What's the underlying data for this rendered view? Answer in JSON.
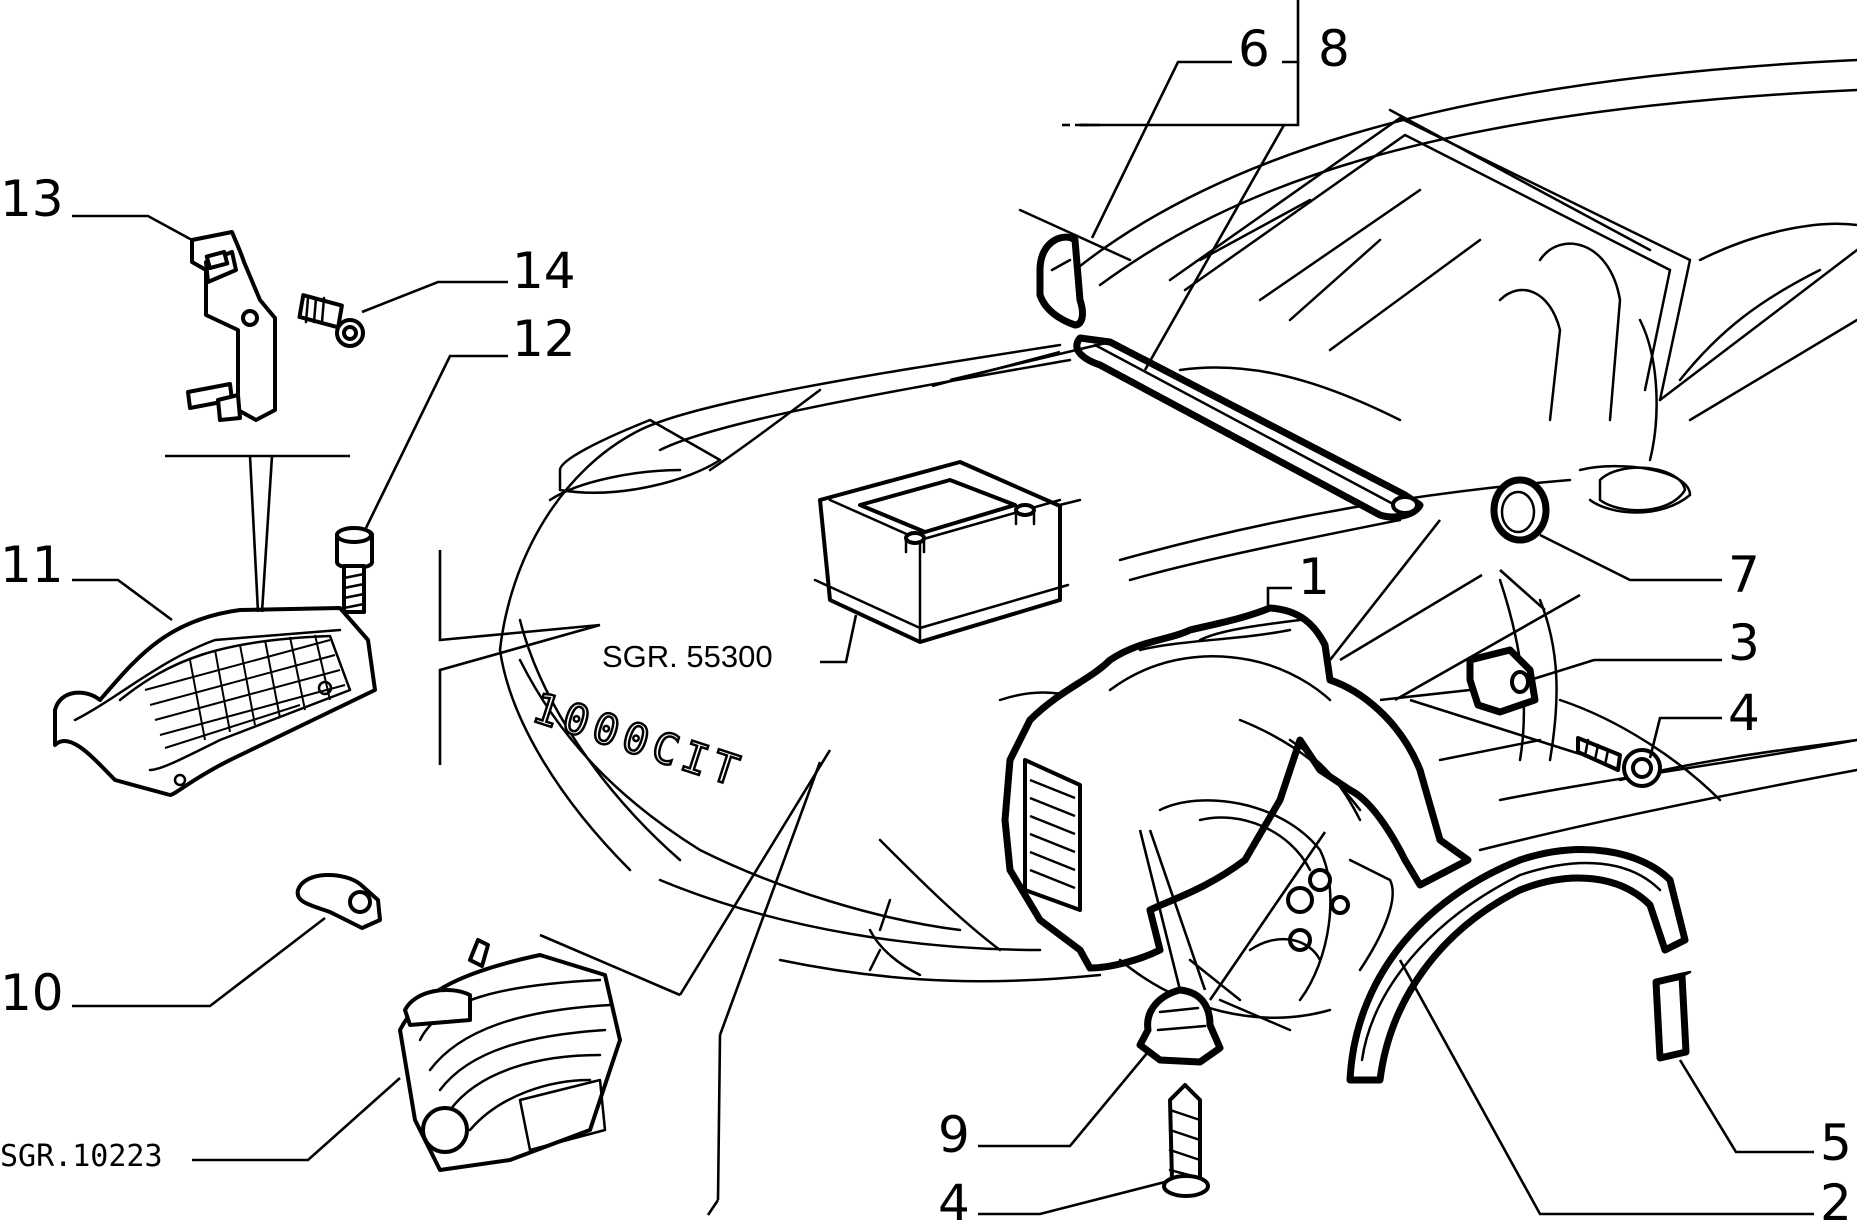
{
  "labels": {
    "l1": "1",
    "l2": "2",
    "l3": "3",
    "l4a": "4",
    "l4b": "4",
    "l5": "5",
    "l6": "6",
    "l7": "7",
    "l8": "8",
    "l9": "9",
    "l10": "10",
    "l11": "11",
    "l12": "12",
    "l13": "13",
    "l14": "14"
  },
  "references": {
    "battery": "SGR. 55300",
    "air_filter": "SGR.10223"
  },
  "badge_text": "1000CIT"
}
